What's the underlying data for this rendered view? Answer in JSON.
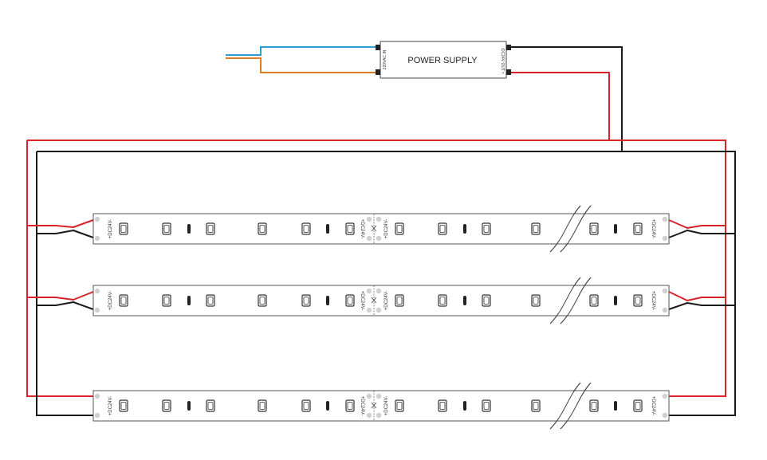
{
  "power_supply": {
    "title": "POWER SUPPLY",
    "input_label": "220VAC IN",
    "output_label": "DC24V OUT",
    "output_minus": "-",
    "output_plus": "+"
  },
  "strip": {
    "polarity_label": "+DC24V-",
    "plus": "+",
    "minus": "-",
    "count": 3
  },
  "colors": {
    "positive_wire": "#d8232a",
    "negative_wire": "#1a1a1a",
    "ac_live_wire": "#2a9fd6",
    "ac_neutral_wire": "#e07b25",
    "strip_outline": "#555555",
    "pad": "#d0d0d0"
  }
}
